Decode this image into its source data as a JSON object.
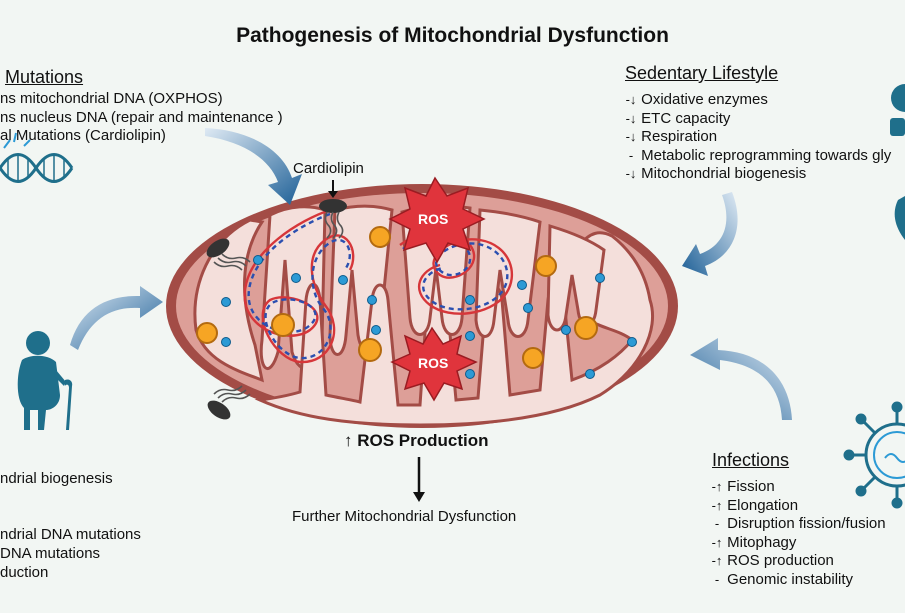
{
  "title": "Pathogenesis of Mitochondrial Dysfunction",
  "mutations": {
    "heading": "Mutations",
    "items": [
      "ns mitochondrial DNA (OXPHOS)",
      "ns nucleus DNA (repair and maintenance )",
      "al Mutations (Cardiolipin)"
    ]
  },
  "sedentary": {
    "heading": "Sedentary Lifestyle",
    "items": [
      {
        "mark": "-↓",
        "text": "Oxidative enzymes"
      },
      {
        "mark": "-↓",
        "text": "ETC capacity"
      },
      {
        "mark": "-↓",
        "text": "Respiration"
      },
      {
        "mark": "-",
        "text": "Metabolic reprogramming towards gly"
      },
      {
        "mark": "-↓",
        "text": "Mitochondrial biogenesis"
      }
    ]
  },
  "aging": {
    "items": [
      "ndrial biogenesis",
      "ndrial DNA mutations",
      "DNA mutations",
      "duction"
    ]
  },
  "infections": {
    "heading": "Infections",
    "items": [
      {
        "mark": "-↑",
        "text": "Fission"
      },
      {
        "mark": "-↑",
        "text": "Elongation"
      },
      {
        "mark": "-",
        "text": "Disruption fission/fusion"
      },
      {
        "mark": "-↑",
        "text": "Mitophagy"
      },
      {
        "mark": "-↑",
        "text": "ROS production"
      },
      {
        "mark": "-",
        "text": "Genomic instability"
      }
    ]
  },
  "mito": {
    "cardiolipin": "Cardiolipin",
    "ros_a": "ROS",
    "ros_b": "ROS",
    "ros_production": "ROS Production",
    "ros_production_mark": "↑",
    "further": "Further Mitochondrial Dysfunction"
  },
  "colors": {
    "outer_membrane": "#a34c46",
    "matrix": "#dd9f98",
    "inner_space": "#f4dfdb",
    "ros_star": "#e0343c",
    "arrow_blue": "#1d5f96",
    "icon_teal": "#1f6f8b"
  }
}
